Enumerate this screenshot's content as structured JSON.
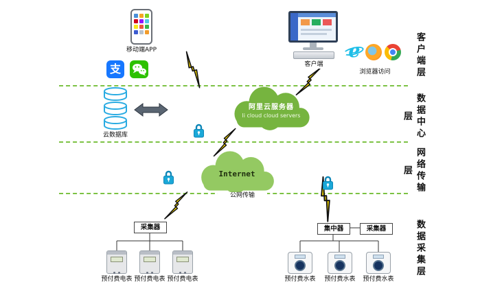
{
  "layer_labels": {
    "client": "客户端层",
    "data_center": "数据中心层",
    "network": "网络传输层",
    "acquisition": "数据采集层"
  },
  "client_layer": {
    "mobile_app_label": "移动端APP",
    "alipay_glyph": "支",
    "client_label": "客户端",
    "browser_label": "浏览器访问"
  },
  "data_center_layer": {
    "cloud_db_label": "云数据库",
    "ali_cloud_title": "阿里云服务器",
    "ali_cloud_subtitle": "li cloud cloud servers"
  },
  "network_layer": {
    "internet_label": "Internet",
    "public_network_label": "公网传输"
  },
  "acquisition_layer": {
    "collector_left_label": "采集器",
    "concentrator_label": "集中器",
    "collector_right_label": "采集器",
    "electric_meter_labels": [
      "预付费电表",
      "预付费电表",
      "预付费电表"
    ],
    "water_meter_labels": [
      "预付费水表",
      "预付费水表",
      "预付费水表"
    ]
  },
  "colors": {
    "separator_green": "#7CC243",
    "ali_cloud_green": "#76B43F",
    "internet_cloud_green": "#94C962",
    "lightning_yellow": "#FFE000",
    "lock_blue": "#1AA8D8",
    "database_blue": "#29ABE2",
    "alipay_blue": "#1677FF",
    "wechat_green": "#2DC100"
  }
}
